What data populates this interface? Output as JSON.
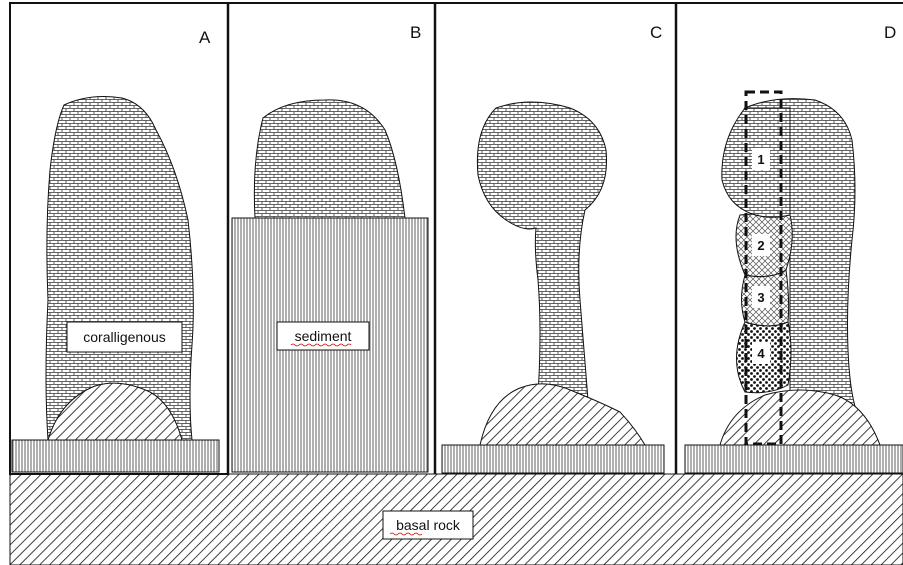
{
  "panels": {
    "a": {
      "letter": "A"
    },
    "b": {
      "letter": "B"
    },
    "c": {
      "letter": "C"
    },
    "d": {
      "letter": "D"
    }
  },
  "labels": {
    "coralligenous": "coralligenous",
    "sediment": "sediment",
    "basal_rock": "basal rock"
  },
  "sample_sections": [
    "1",
    "2",
    "3",
    "4"
  ],
  "colors": {
    "outline": "#111111",
    "sediment_fill": "#9a9a9a",
    "background": "#ffffff",
    "misspell_underline": "#cc0000"
  }
}
